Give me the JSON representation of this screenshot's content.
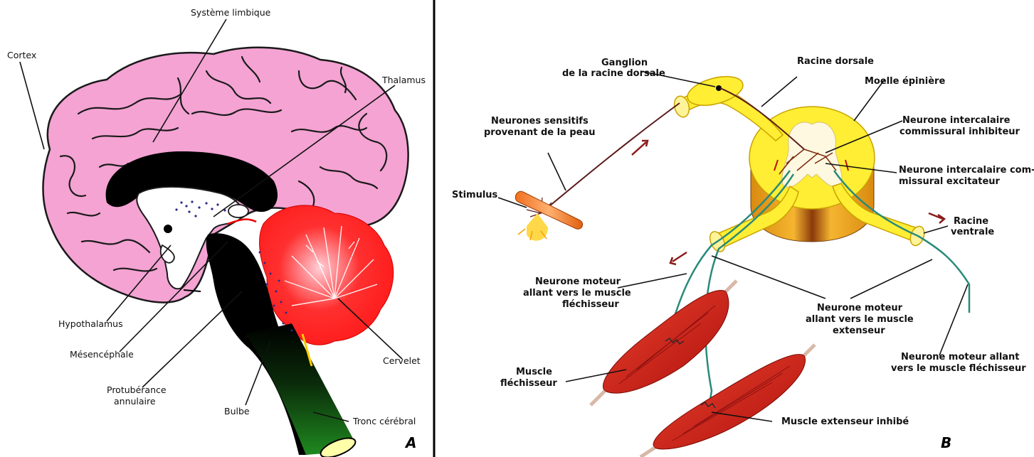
{
  "panel_a": {
    "letter": "A",
    "labels": {
      "cortex": "Cortex",
      "systeme_limbique": "Système limbique",
      "thalamus": "Thalamus",
      "hypothalamus": "Hypothalamus",
      "mesencephale": "Mésencéphale",
      "protuberance_1": "Protubérance",
      "protuberance_2": "annulaire",
      "bulbe": "Bulbe",
      "tronc": "Tronc cérébral",
      "cervelet": "Cervelet"
    }
  },
  "panel_b": {
    "letter": "B",
    "labels": {
      "ganglion_1": "Ganglion",
      "ganglion_2": "de la racine dorsale",
      "racine_dorsale": "Racine dorsale",
      "moelle": "Moelle épinière",
      "neur_sens_1": "Neurones sensitifs",
      "neur_sens_2": "provenant de la peau",
      "ni_inhib_1": "Neurone intercalaire",
      "ni_inhib_2": "commissural inhibiteur",
      "ni_exc_1": "Neurone intercalaire com-",
      "ni_exc_2": "missural excitateur",
      "stimulus": "Stimulus",
      "racine_ventrale_1": "Racine",
      "racine_ventrale_2": "ventrale",
      "nm_flech_1": "Neurone moteur",
      "nm_flech_2": "allant vers le muscle",
      "nm_flech_3": "fléchisseur",
      "nm_ext_1": "Neurone moteur",
      "nm_ext_2": "allant vers le muscle",
      "nm_ext_3": "extenseur",
      "nm_flech_allant_1": "Neurone moteur allant",
      "nm_flech_allant_2": "vers le muscle fléchisseur",
      "muscle_flech_1": "Muscle",
      "muscle_flech_2": "fléchisseur",
      "muscle_ext": "Muscle extenseur inhibé"
    }
  },
  "colors": {
    "cortex_pink": "#f4a3d3",
    "cerebellum_red": "#ff1a1a",
    "brainstem_black": "#000000",
    "spinal_yellow": "#ffee33",
    "muscle_red": "#d9221c",
    "tronc_green": "#1f8a1f"
  }
}
